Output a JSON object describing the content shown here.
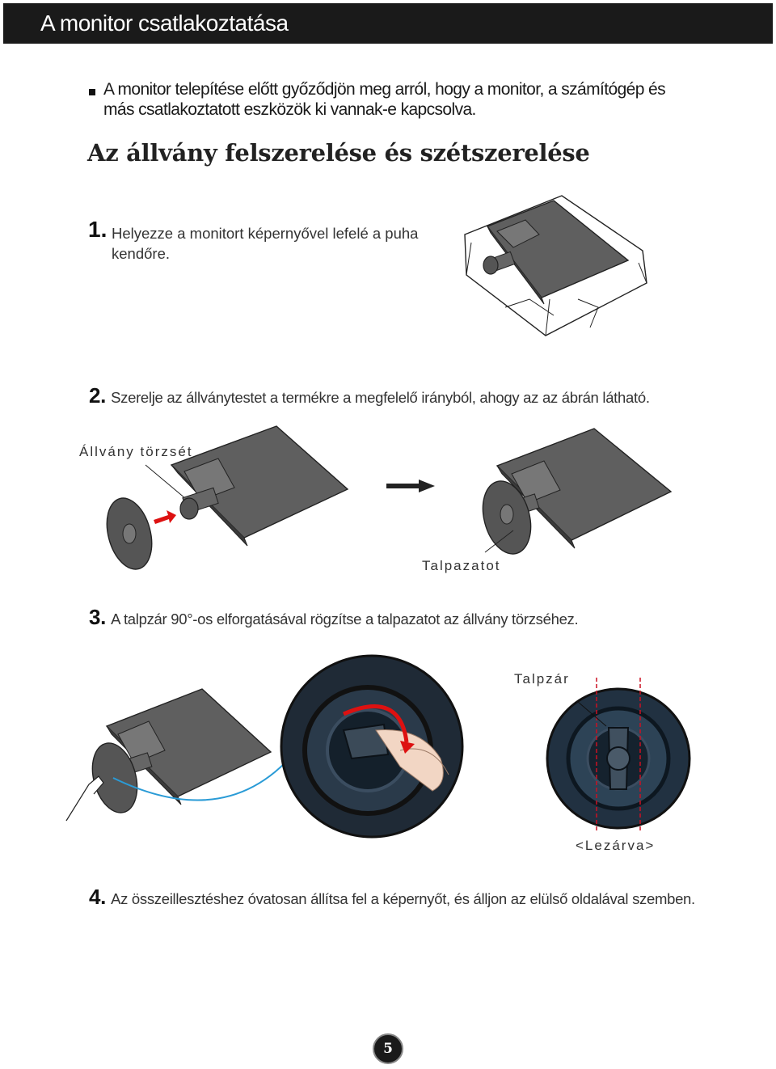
{
  "header": {
    "title": "A monitor csatlakoztatása"
  },
  "intro": {
    "note": "A monitor telepítése előtt győződjön meg arról, hogy a monitor, a számítógép és más csatlakoztatott eszközök ki vannak-e kapcsolva."
  },
  "section": {
    "title": "Az állvány felszerelése és szétszerelése"
  },
  "steps": [
    {
      "num": "1.",
      "text": "Helyezze a monitort képernyővel lefelé a puha kendőre."
    },
    {
      "num": "2.",
      "text": "Szerelje az állványtestet a termékre a megfelelő irányból, ahogy az az ábrán látható."
    },
    {
      "num": "3.",
      "text": "A talpzár 90°-os elforgatásával rögzítse a talpazatot az állvány törzséhez."
    },
    {
      "num": "4.",
      "text": "Az összeillesztéshez óvatosan állítsa fel a képernyőt, és álljon az elülső oldalával szemben."
    }
  ],
  "labels": {
    "stand_body": "Állvány törzsét",
    "base": "Talpazatot",
    "base_lock": "Talpzár",
    "locked": "<Lezárva>"
  },
  "page": {
    "number": "5"
  }
}
